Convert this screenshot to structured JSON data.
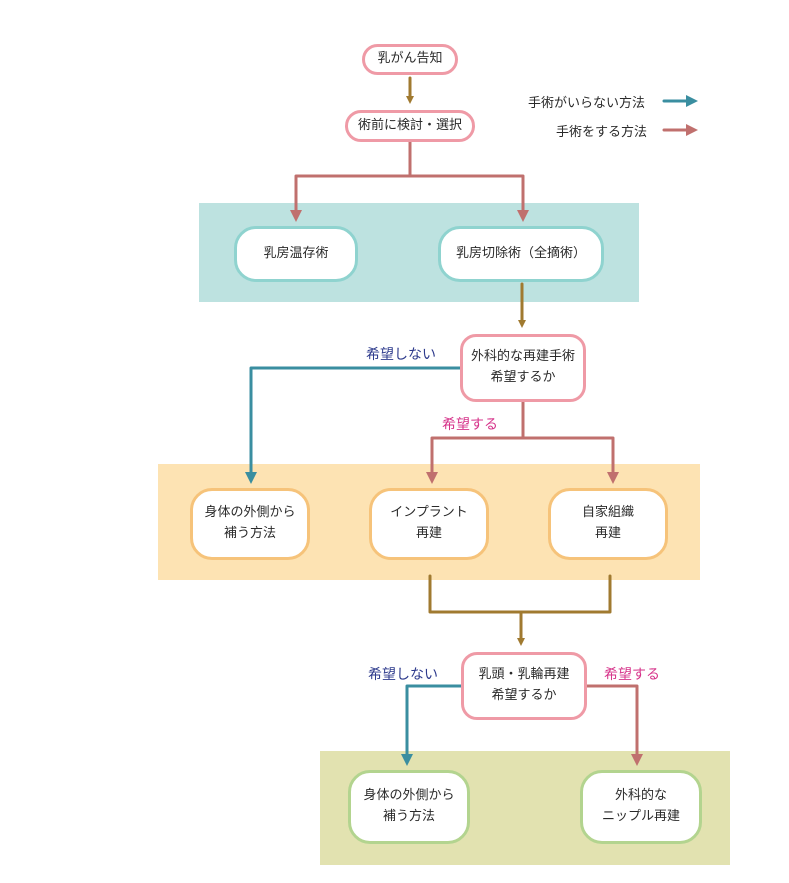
{
  "legend": {
    "no_surgery": "手術がいらない方法",
    "surgery": "手術をする方法"
  },
  "nodes": {
    "diagnosis": "乳がん告知",
    "consider": "術前に検討・選択",
    "conserve": "乳房温存術",
    "mastectomy": "乳房切除術（全摘術）",
    "reconstruct_q": "外科的な再建手術\n希望するか",
    "external_1": "身体の外側から\n補う方法",
    "implant": "インプラント\n再建",
    "autologous": "自家組織\n再建",
    "nipple_q": "乳頭・乳輪再建\n希望するか",
    "external_2": "身体の外側から\n補う方法",
    "nipple_surgery": "外科的な\nニップル再建"
  },
  "labels": {
    "no_1": "希望しない",
    "yes_1": "希望する",
    "no_2": "希望しない",
    "yes_2": "希望する"
  },
  "colors": {
    "teal_band": "#bde2e0",
    "yellow_band": "#fde3b3",
    "green_band": "#e2e2b0",
    "arrow_brown": "#a07a30",
    "arrow_red": "#c0706e",
    "arrow_blue": "#3a8ea0",
    "label_navy": "#2d3a8c",
    "label_magenta": "#d6338a"
  }
}
